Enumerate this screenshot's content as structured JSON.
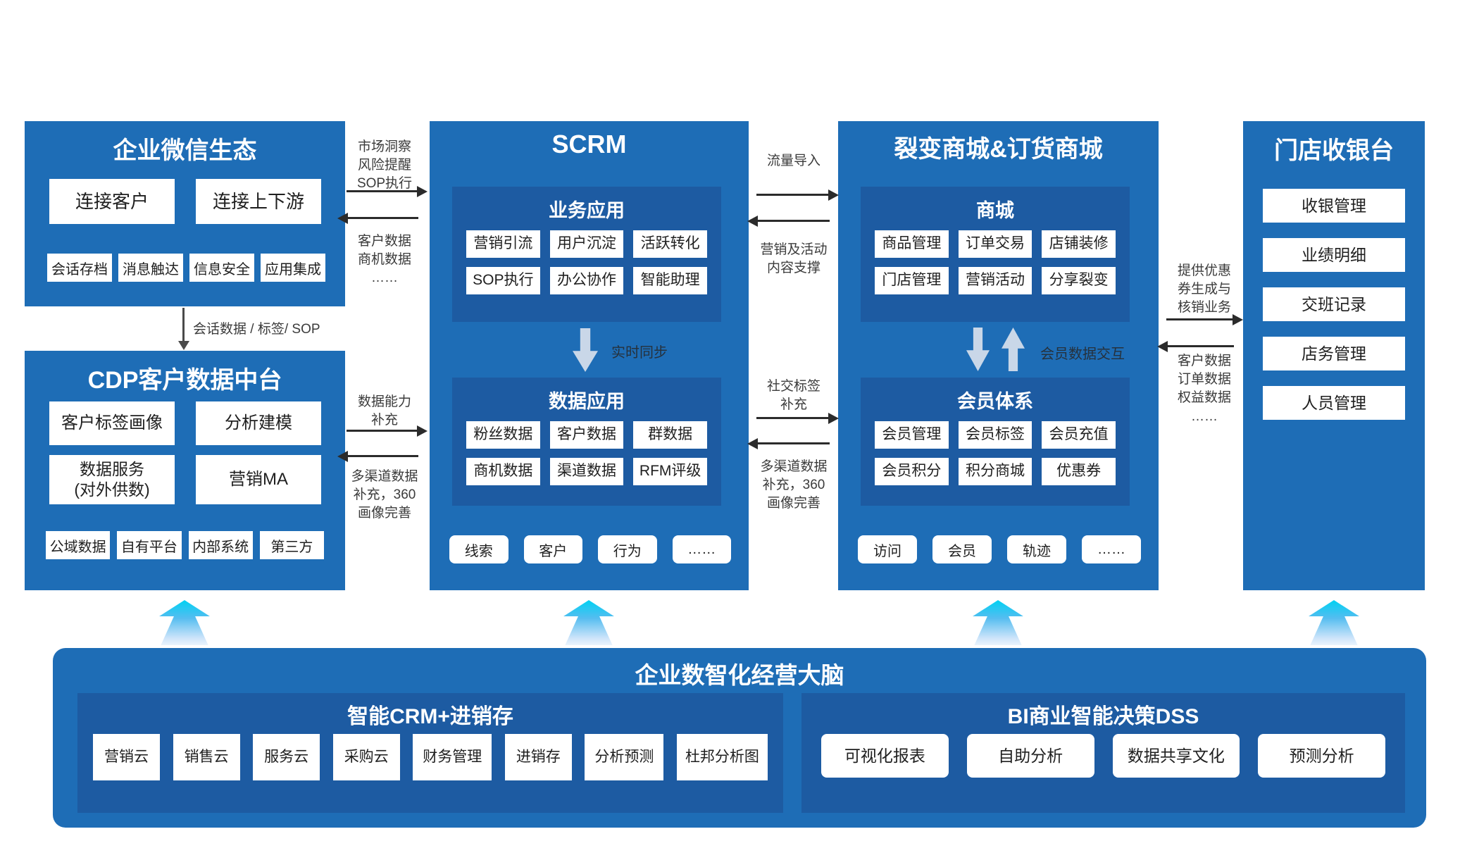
{
  "colors": {
    "panel_blue": "#1e6db6",
    "subpanel_blue": "#1d5ba2",
    "light_arrow": "#c9d7e8",
    "swoosh_top": "#00d1f3",
    "swoosh_bottom": "#eaf4fd"
  },
  "wechat": {
    "title": "企业微信生态",
    "features": [
      "连接客户",
      "连接上下游"
    ],
    "chips": [
      "会话存档",
      "消息触达",
      "信息安全",
      "应用集成"
    ]
  },
  "cdp": {
    "title": "CDP客户数据中台",
    "cells": [
      "客户标签画像",
      "分析建模",
      "数据服务\n(对外供数)",
      "营销MA"
    ],
    "chips": [
      "公域数据",
      "自有平台",
      "内部系统",
      "第三方"
    ]
  },
  "scrm": {
    "title": "SCRM",
    "biz": {
      "title": "业务应用",
      "items": [
        "营销引流",
        "用户沉淀",
        "活跃转化",
        "SOP执行",
        "办公协作",
        "智能助理"
      ]
    },
    "sync_label": "实时同步",
    "data": {
      "title": "数据应用",
      "items": [
        "粉丝数据",
        "客户数据",
        "群数据",
        "商机数据",
        "渠道数据",
        "RFM评级"
      ]
    },
    "chips": [
      "线索",
      "客户",
      "行为",
      "……"
    ]
  },
  "mall": {
    "title": "裂变商城&订货商城",
    "shop": {
      "title": "商城",
      "items": [
        "商品管理",
        "订单交易",
        "店铺装修",
        "门店管理",
        "营销活动",
        "分享裂变"
      ]
    },
    "interact_label": "会员数据交互",
    "member": {
      "title": "会员体系",
      "items": [
        "会员管理",
        "会员标签",
        "会员充值",
        "会员积分",
        "积分商城",
        "优惠券"
      ]
    },
    "chips": [
      "访问",
      "会员",
      "轨迹",
      "……"
    ]
  },
  "pos": {
    "title": "门店收银台",
    "items": [
      "收银管理",
      "业绩明细",
      "交班记录",
      "店务管理",
      "人员管理"
    ]
  },
  "brain": {
    "title": "企业数智化经营大脑",
    "crm": {
      "title": "智能CRM+进销存",
      "items": [
        "营销云",
        "销售云",
        "服务云",
        "采购云",
        "财务管理",
        "进销存",
        "分析预测",
        "杜邦分析图"
      ]
    },
    "bi": {
      "title": "BI商业智能决策DSS",
      "items": [
        "可视化报表",
        "自助分析",
        "数据共享文化",
        "预测分析"
      ]
    }
  },
  "connectors": {
    "wechat_scrm_right": "市场洞察\n风险提醒\nSOP执行",
    "wechat_scrm_left": "客户数据\n商机数据\n……",
    "wechat_cdp": "会话数据 / 标签/ SOP",
    "cdp_scrm_right": "数据能力\n补充",
    "cdp_scrm_left": "多渠道数据\n补充，360\n画像完善",
    "scrm_mall_right": "流量导入",
    "scrm_mall_left": "营销及活动\n内容支撑",
    "scrm_mall_low_right": "社交标签\n补充",
    "scrm_mall_low_left": "多渠道数据\n补充，360\n画像完善",
    "mall_pos_right": "提供优惠\n券生成与\n核销业务",
    "mall_pos_left": "客户数据\n订单数据\n权益数据\n……"
  }
}
